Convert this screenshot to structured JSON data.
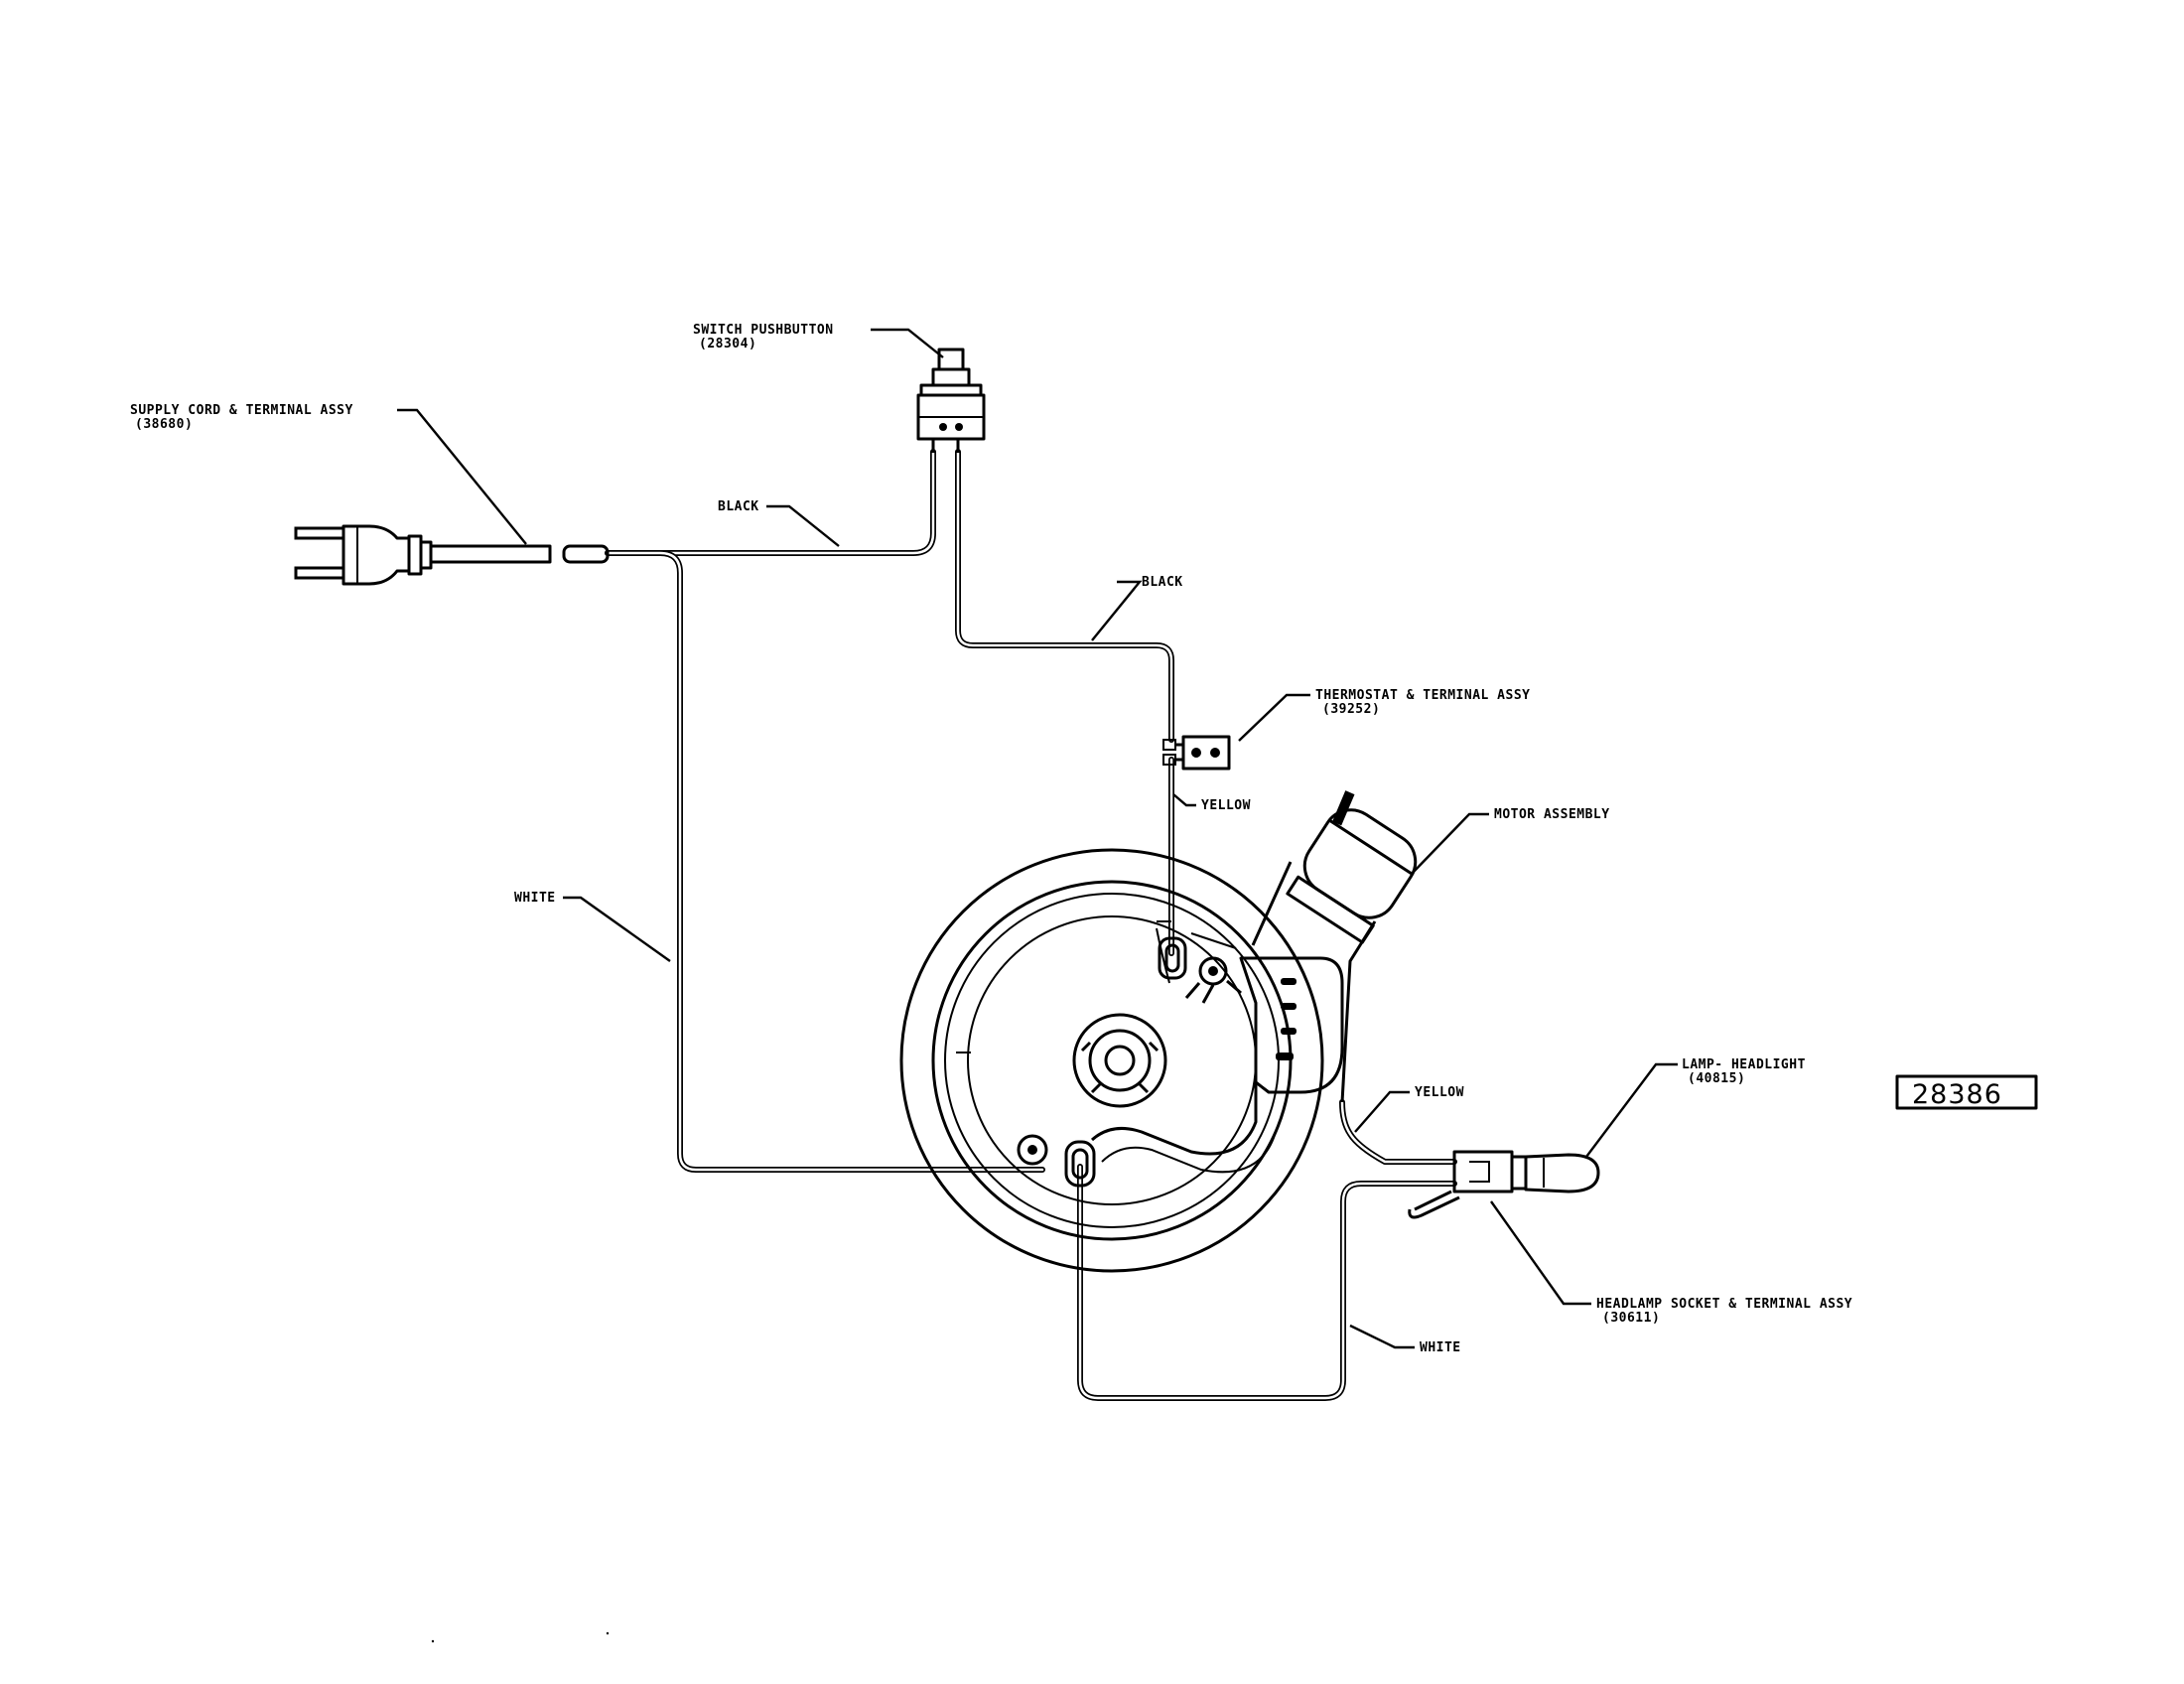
{
  "labels": {
    "switch_name": "SWITCH PUSHBUTTON",
    "switch_part": "(28304)",
    "cord_name": "SUPPLY CORD & TERMINAL ASSY",
    "cord_part": "(38680)",
    "black_1": "BLACK",
    "black_2": "BLACK",
    "thermostat_name": "THERMOSTAT & TERMINAL ASSY",
    "thermostat_part": "(39252)",
    "yellow_1": "YELLOW",
    "motor_name": "MOTOR ASSEMBLY",
    "white_1": "WHITE",
    "lamp_name": "LAMP- HEADLIGHT",
    "lamp_part": "(40815)",
    "yellow_2": "YELLOW",
    "socket_name": "HEADLAMP SOCKET & TERMINAL ASSY",
    "socket_part": "(30611)",
    "white_2": "WHITE"
  },
  "reference_number": "28386",
  "colors": {
    "ink": "#000000",
    "paper": "#ffffff"
  }
}
